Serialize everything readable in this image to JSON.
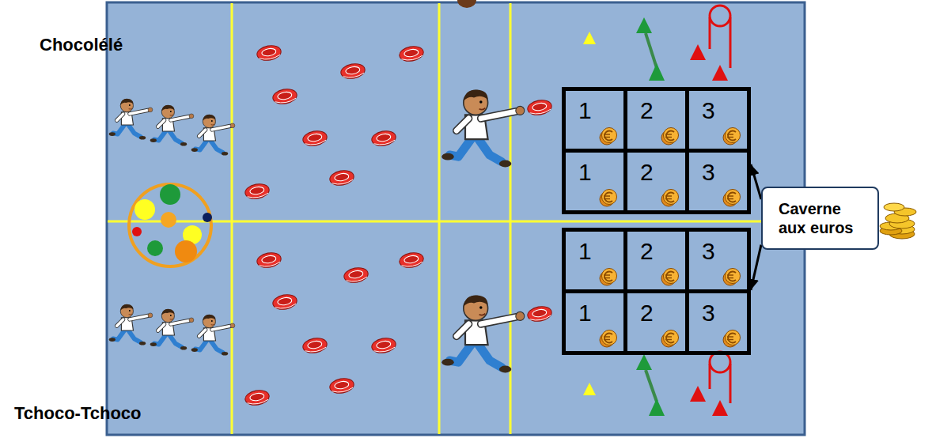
{
  "diagram": {
    "nodes": [
      {
        "text": [
          "1"
        ]
      },
      {
        "text": [
          "2"
        ]
      },
      {
        "text": [
          "3"
        ]
      },
      {
        "text": [
          "1"
        ]
      },
      {
        "text": [
          "2"
        ]
      },
      {
        "text": [
          "3"
        ]
      },
      {
        "text": [
          "1"
        ]
      },
      {
        "text": [
          "2"
        ]
      },
      {
        "text": [
          "3"
        ]
      },
      {
        "text": [
          "1"
        ]
      },
      {
        "text": [
          "2"
        ]
      },
      {
        "text": [
          "3"
        ]
      },
      {
        "text": [
          "Caverne aux euros"
        ]
      }
    ],
    "edges": [
      {
        "from": 12,
        "to": 5,
        "arrow": "to"
      },
      {
        "from": 12,
        "to": 8,
        "arrow": "to"
      }
    ],
    "labels": [
      "Chocolélé",
      "Tchoco-Tchoco"
    ]
  }
}
